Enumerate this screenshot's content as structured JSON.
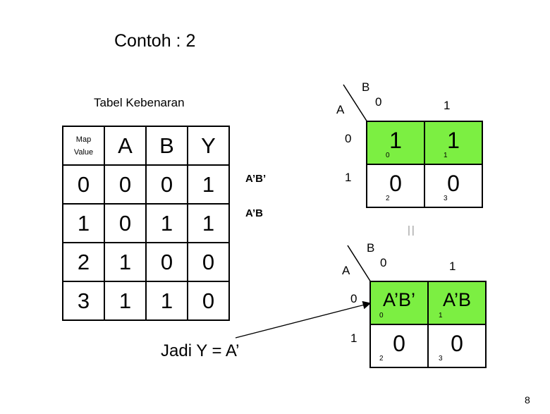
{
  "title": "Contoh : 2",
  "table_title": "Tabel Kebenaran",
  "truth_table": {
    "header": {
      "map_line1": "Map",
      "map_line2": "Value",
      "a": "A",
      "b": "B",
      "y": "Y"
    },
    "rows": [
      [
        "0",
        "0",
        "0",
        "1"
      ],
      [
        "1",
        "0",
        "1",
        "1"
      ],
      [
        "2",
        "1",
        "0",
        "0"
      ],
      [
        "3",
        "1",
        "1",
        "0"
      ]
    ]
  },
  "side_terms": [
    "A’B’",
    "A’B"
  ],
  "kmap1": {
    "var_b": "B",
    "var_a": "A",
    "col_labels": [
      "0",
      "1"
    ],
    "row_labels": [
      "0",
      "1"
    ],
    "cells": [
      {
        "value": "1",
        "index": "0"
      },
      {
        "value": "1",
        "index": "1"
      },
      {
        "value": "0",
        "index": "2"
      },
      {
        "value": "0",
        "index": "3"
      }
    ]
  },
  "separator": "||",
  "kmap2": {
    "var_b": "B",
    "var_a": "A",
    "col_labels": [
      "0",
      "1"
    ],
    "row_labels": [
      "0",
      "1"
    ],
    "cells": [
      {
        "value": "A’B’",
        "index": "0"
      },
      {
        "value": "A’B",
        "index": "1"
      },
      {
        "value": "0",
        "index": "2"
      },
      {
        "value": "0",
        "index": "3"
      }
    ]
  },
  "conclusion": "Jadi  Y = A’",
  "page_number": "8",
  "colors": {
    "highlight": "#7cef42"
  }
}
